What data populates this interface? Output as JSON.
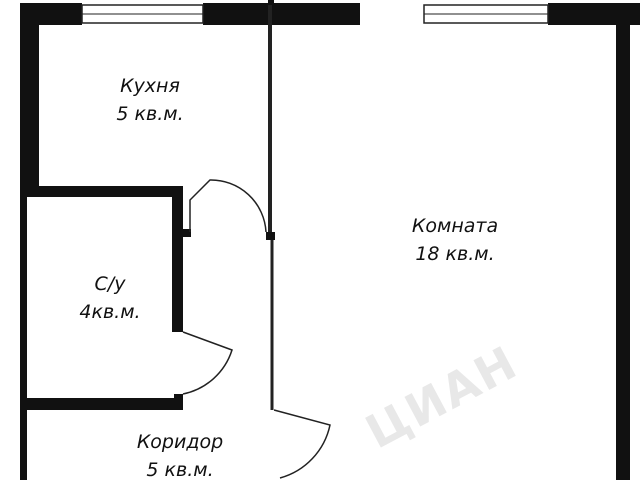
{
  "rooms": [
    {
      "name": "Кухня",
      "area": "5 кв.м."
    },
    {
      "name": "Комната",
      "area": "18 кв.м."
    },
    {
      "name": "С/у",
      "area": "4кв.м."
    },
    {
      "name": "Коридор",
      "area": "5 кв.м."
    }
  ],
  "watermark": "ЦИАН",
  "colors": {
    "wall": "#111111",
    "thin_line": "#222222",
    "background": "#ffffff",
    "watermark": "#e8e8e8"
  }
}
